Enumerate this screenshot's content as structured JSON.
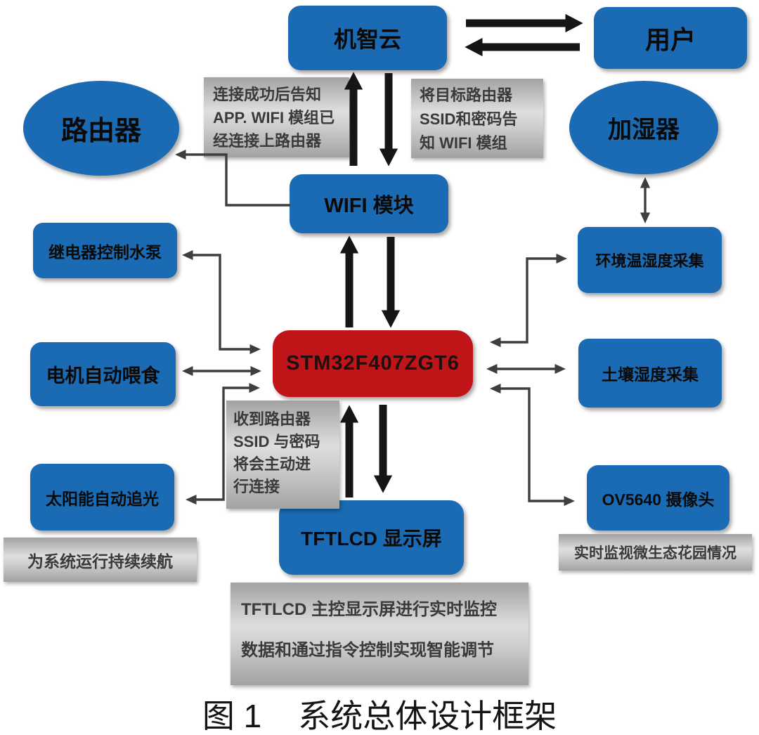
{
  "figure": {
    "caption": {
      "prefix": "图 1",
      "title": "系统总体设计框架"
    },
    "colors": {
      "node_blue": "#1a6bb3",
      "mcu_red": "#bf1418",
      "arrow_thick": "#151515",
      "arrow_thin": "#3e3e3e",
      "note_text": "#3a3a3a"
    },
    "nodes": {
      "cloud": {
        "label": "机智云"
      },
      "user": {
        "label": "用户"
      },
      "router": {
        "label": "路由器"
      },
      "humidifier": {
        "label": "加湿器"
      },
      "wifi": {
        "label": "WIFI 模块"
      },
      "mcu": {
        "label": "STM32F407ZGT6"
      },
      "relay_pump": {
        "label": "继电器控制水泵"
      },
      "motor_feed": {
        "label": "电机自动喂食"
      },
      "solar_track": {
        "label": "太阳能自动追光"
      },
      "tftlcd": {
        "label": "TFTLCD 显示屏"
      },
      "env_sensor": {
        "label": "环境温湿度采集"
      },
      "soil_sensor": {
        "label": "土壤湿度采集"
      },
      "camera": {
        "label": "OV5640 摄像头"
      }
    },
    "notes": {
      "app_notify": {
        "lines": [
          "连接成功后告知",
          "APP. WIFI 模组已",
          "经连接上路由器"
        ]
      },
      "router_credentials": {
        "lines": [
          "将目标路由器",
          "SSID和密码告",
          "知 WIFI 模组"
        ]
      },
      "auto_connect": {
        "lines": [
          "收到路由器",
          "SSID 与密码",
          "将会主动进",
          "行连接"
        ]
      },
      "solar_endurance": {
        "line": "为系统运行持续续航"
      },
      "camera_monitor": {
        "line": "实时监视微生态花园情况"
      },
      "tftlcd_monitor": {
        "lines": [
          "TFTLCD 主控显示屏进行实时监控",
          "数据和通过指令控制实现智能调节"
        ]
      }
    },
    "connections": [
      {
        "from": "cloud",
        "to": "user",
        "style": "thick",
        "heads": "single"
      },
      {
        "from": "user",
        "to": "cloud",
        "style": "thick",
        "heads": "single"
      },
      {
        "from": "wifi",
        "to": "cloud",
        "style": "thick",
        "heads": "single"
      },
      {
        "from": "cloud",
        "to": "wifi",
        "style": "thick",
        "heads": "single"
      },
      {
        "from": "mcu",
        "to": "wifi",
        "style": "thick",
        "heads": "single"
      },
      {
        "from": "wifi",
        "to": "mcu",
        "style": "thick",
        "heads": "single"
      },
      {
        "from": "tftlcd",
        "to": "mcu",
        "style": "thick",
        "heads": "single"
      },
      {
        "from": "mcu",
        "to": "tftlcd",
        "style": "thick",
        "heads": "single"
      },
      {
        "from": "wifi",
        "to": "router",
        "style": "thin",
        "heads": "single"
      },
      {
        "from": "humidifier",
        "to": "env_sensor",
        "style": "thin",
        "heads": "double"
      },
      {
        "from": "mcu",
        "to": "relay_pump",
        "style": "thin",
        "heads": "double"
      },
      {
        "from": "mcu",
        "to": "motor_feed",
        "style": "thin",
        "heads": "double"
      },
      {
        "from": "mcu",
        "to": "solar_track",
        "style": "thin",
        "heads": "double"
      },
      {
        "from": "mcu",
        "to": "env_sensor",
        "style": "thin",
        "heads": "double"
      },
      {
        "from": "mcu",
        "to": "soil_sensor",
        "style": "thin",
        "heads": "double"
      },
      {
        "from": "mcu",
        "to": "camera",
        "style": "thin",
        "heads": "double"
      }
    ]
  }
}
